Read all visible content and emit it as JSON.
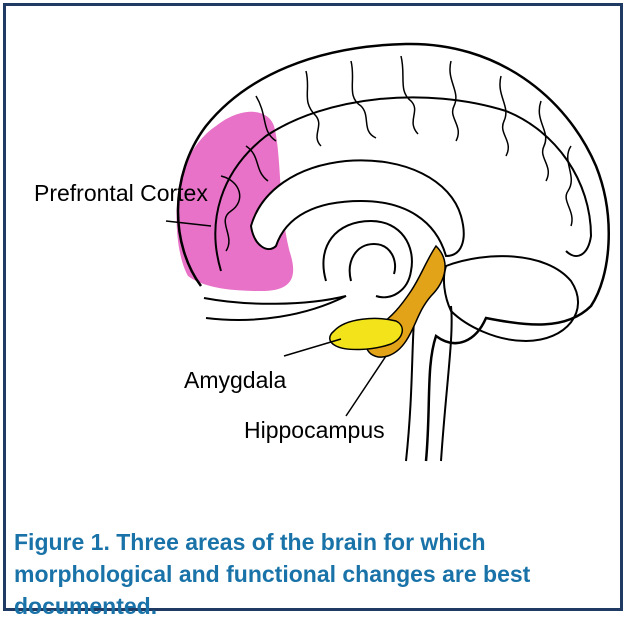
{
  "labels": {
    "prefrontal": "Prefrontal Cortex",
    "amygdala": "Amygdala",
    "hippocampus": "Hippocampus"
  },
  "caption": "Figure 1.  Three areas of the brain for which morphological and functional changes are best documented.",
  "colors": {
    "frame": "#1f3a63",
    "caption": "#1a73a8",
    "prefrontal": "#e872c7",
    "amygdala": "#f2e31a",
    "hippocampus": "#e3a318"
  }
}
